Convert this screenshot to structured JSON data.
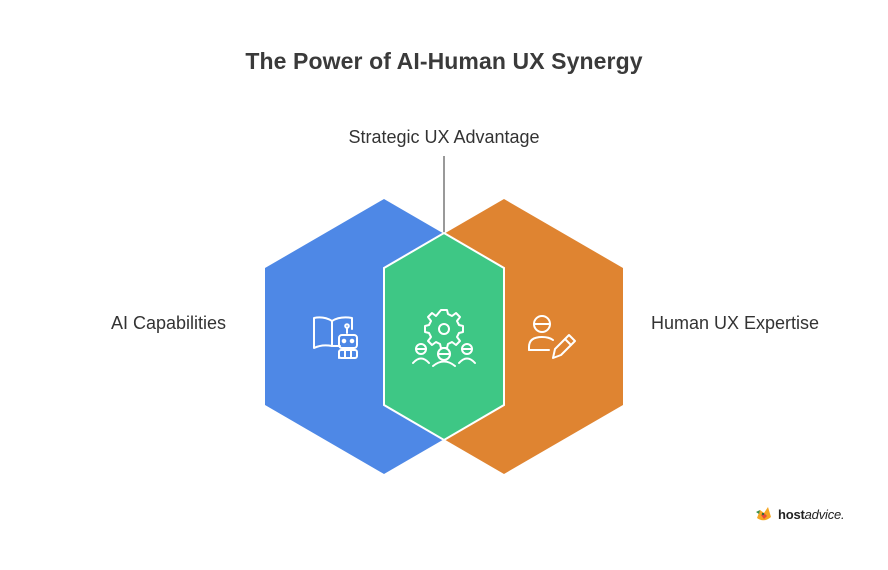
{
  "title": "The Power of AI-Human UX Synergy",
  "labels": {
    "top": "Strategic UX Advantage",
    "left": "AI Capabilities",
    "right": "Human UX Expertise"
  },
  "shapes": {
    "left": {
      "color": "#4E88E6",
      "icon": "book-robot-icon"
    },
    "center": {
      "color": "#3EC785",
      "icon": "gear-people-icon"
    },
    "right": {
      "color": "#DF8431",
      "icon": "person-pencil-icon"
    }
  },
  "brand": {
    "text": "hostadvice."
  }
}
